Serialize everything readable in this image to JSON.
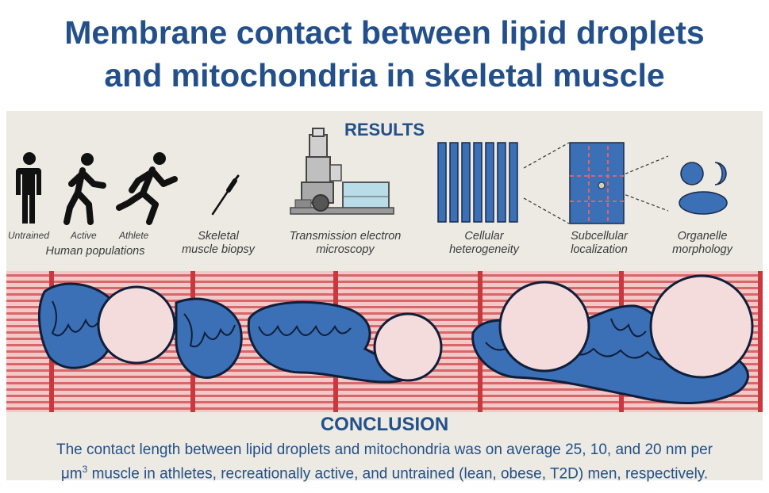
{
  "title_line1": "Membrane contact between lipid droplets",
  "title_line2": "and mitochondria in skeletal muscle",
  "results_heading": "RESULTS",
  "populations": {
    "untrained": "Untrained",
    "active": "Active",
    "athlete": "Athlete",
    "caption": "Human populations"
  },
  "steps": {
    "biopsy_line1": "Skeletal",
    "biopsy_line2": "muscle biopsy",
    "tem_line1": "Transmission electron",
    "tem_line2": "microscopy",
    "cellular_line1": "Cellular",
    "cellular_line2": "heterogeneity",
    "subcellular_line1": "Subcellular",
    "subcellular_line2": "localization",
    "organelle_line1": "Organelle",
    "organelle_line2": "morphology"
  },
  "conclusion_heading": "CONCLUSION",
  "conclusion_line1": "The contact length between lipid droplets and mitochondria was on average 25, 10, and 20 nm per",
  "conclusion_unit": "μm",
  "conclusion_exp": "3",
  "conclusion_line2_rest": " muscle in athletes, recreationally active, and untrained (lean, obese, T2D) men, respectively.",
  "colors": {
    "title": "#23508a",
    "organelle_blue": "#3b6fb6",
    "muscle_red": "#d8666a",
    "lipid_pink": "#f5dcdc",
    "panel_bg": "#eceae2"
  }
}
